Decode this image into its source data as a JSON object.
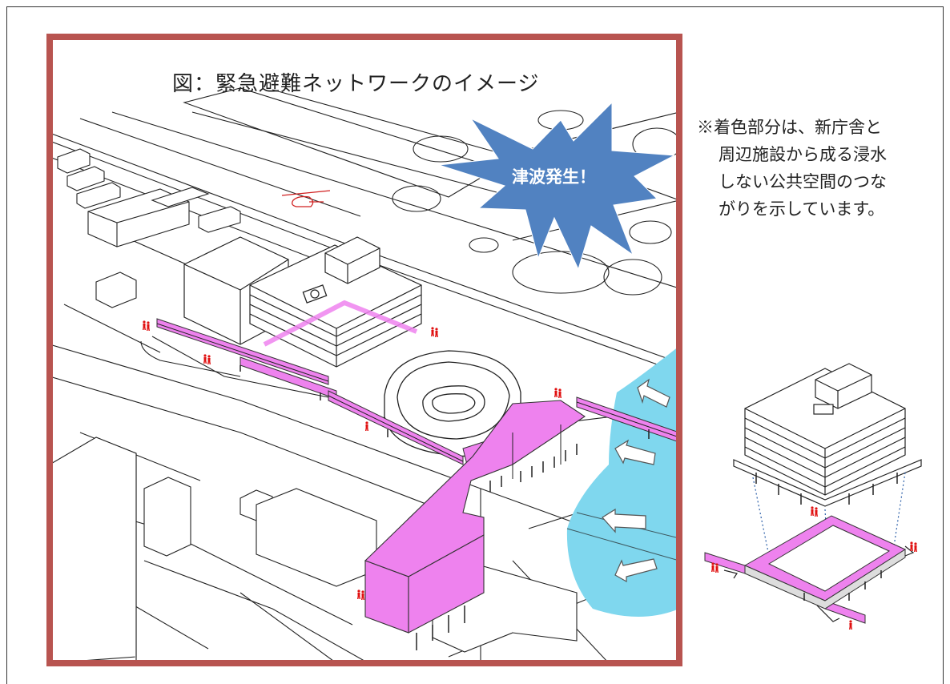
{
  "title": "図：緊急避難ネットワークのイメージ",
  "callout": "津波発生！",
  "note_lines": [
    "※着色部分は、新庁舎と",
    "周辺施設から成る浸水",
    "しない公共空間のつな",
    "がりを示しています。"
  ],
  "colors": {
    "frame": "#b85450",
    "walkway": "#ee82ee",
    "water": "#7fd7ee",
    "burst": "#5182c1",
    "people": "#e01010"
  },
  "icons": [
    "heliport-icon",
    "helicopter-icon",
    "evacuee-icon",
    "flow-arrow-icon"
  ]
}
